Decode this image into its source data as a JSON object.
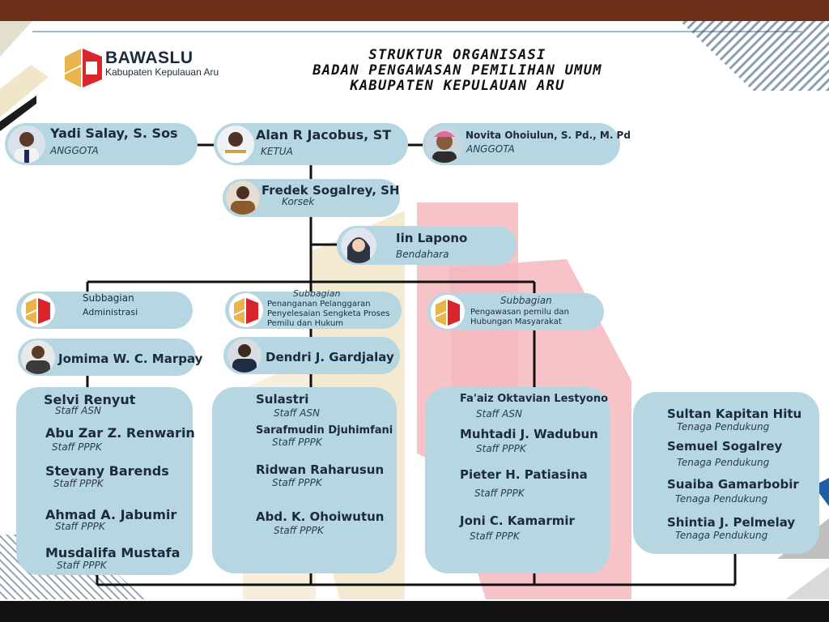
{
  "colors": {
    "brand_brown": "#6e2f18",
    "node_fill": "#b6d6e2",
    "logo_red": "#d8262c",
    "logo_gold": "#e9b44c",
    "watermark_pink": "#f4b8be",
    "watermark_cream": "#f3e7cc"
  },
  "logo": {
    "name": "BAWASLU",
    "subtitle": "Kabupaten Kepulauan Aru"
  },
  "title": {
    "line1": "STRUKTUR ORGANISASI",
    "line2": "BADAN PENGAWASAN PEMILIHAN UMUM",
    "line3": "KABUPATEN KEPULAUAN ARU"
  },
  "leaders": {
    "ketua": {
      "name": "Alan R Jacobus, ST",
      "role": "KETUA"
    },
    "anggota_left": {
      "name": "Yadi Salay, S. Sos",
      "role": "ANGGOTA"
    },
    "anggota_right": {
      "name": "Novita Ohoiulun, S. Pd., M. Pd",
      "role": "ANGGOTA"
    },
    "korsek": {
      "name": "Fredek Sogalrey, SH",
      "role": "Korsek"
    },
    "bendahara": {
      "name": "Iin Lapono",
      "role": "Bendahara"
    }
  },
  "subbagian": {
    "administrasi": {
      "label": "Subbagian",
      "name": "Administrasi"
    },
    "penanganan": {
      "label": "Subbagian",
      "line1": "Penanganan Pelanggaran",
      "line2": "Penyelesaian Sengketa Proses",
      "line3": "Pemilu dan Hukum"
    },
    "pengawasan": {
      "label": "Subbagian",
      "line1": "Pengawasan pemilu dan",
      "line2": "Hubungan Masyarakat"
    }
  },
  "heads": {
    "administrasi": "Jomima W. C. Marpay",
    "penanganan": "Dendri J. Gardjalay"
  },
  "staff": {
    "administrasi": [
      {
        "name": "Selvi Renyut",
        "role": "Staff ASN"
      },
      {
        "name": "Abu Zar Z. Renwarin",
        "role": "Staff PPPK"
      },
      {
        "name": "Stevany Barends",
        "role": "Staff PPPK"
      },
      {
        "name": "Ahmad A. Jabumir",
        "role": "Staff PPPK"
      },
      {
        "name": "Musdalifa Mustafa",
        "role": "Staff PPPK"
      }
    ],
    "penanganan": [
      {
        "name": "Sulastri",
        "role": "Staff ASN"
      },
      {
        "name": "Sarafmudin Djuhimfani",
        "role": "Staff PPPK"
      },
      {
        "name": "Ridwan Raharusun",
        "role": "Staff PPPK"
      },
      {
        "name": "Abd. K. Ohoiwutun",
        "role": "Staff PPPK"
      }
    ],
    "pengawasan": [
      {
        "name": "Fa'aiz Oktavian Lestyono",
        "role": "Staff ASN"
      },
      {
        "name": "Muhtadi J. Wadubun",
        "role": "Staff PPPK"
      },
      {
        "name": "Pieter H. Patiasina",
        "role": "Staff PPPK"
      },
      {
        "name": "Joni C. Kamarmir",
        "role": "Staff PPPK"
      }
    ],
    "pendukung": [
      {
        "name": "Sultan Kapitan Hitu",
        "role": "Tenaga Pendukung"
      },
      {
        "name": "Semuel Sogalrey",
        "role": "Tenaga Pendukung"
      },
      {
        "name": "Suaiba Gamarbobir",
        "role": "Tenaga Pendukung"
      },
      {
        "name": "Shintia J. Pelmelay",
        "role": "Tenaga Pendukung"
      }
    ]
  }
}
